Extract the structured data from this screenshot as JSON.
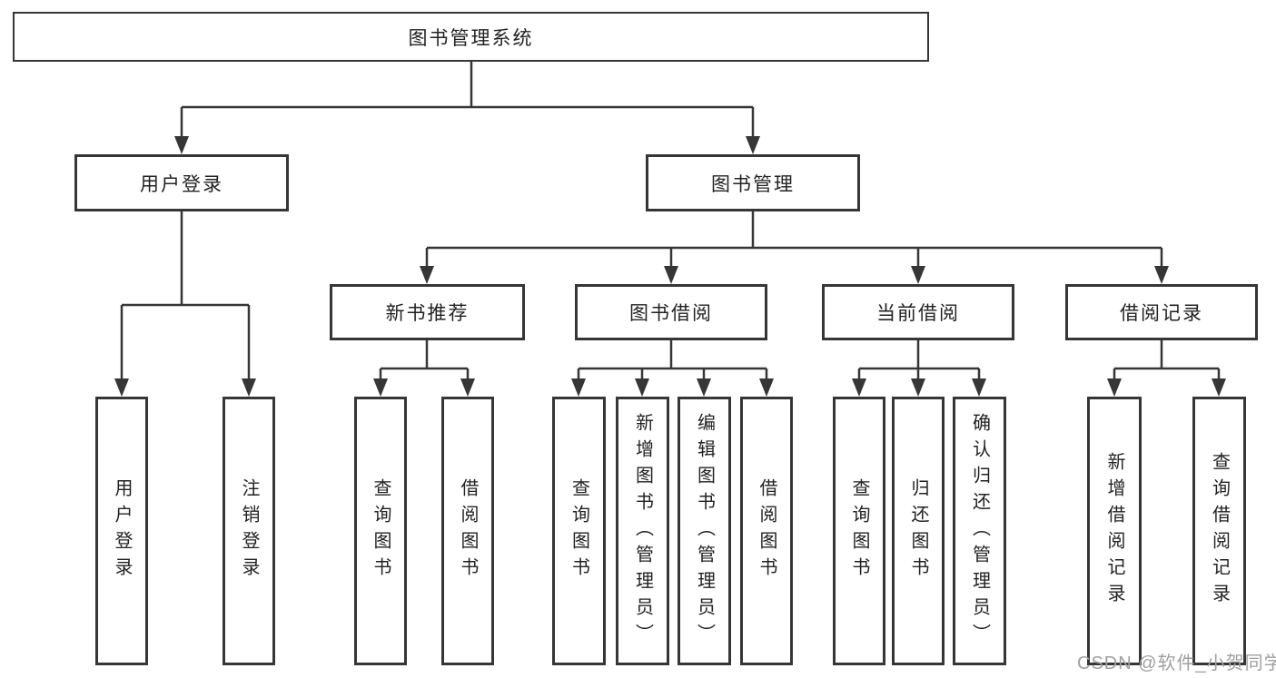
{
  "tree": {
    "label": "图书管理系统",
    "children": [
      {
        "label": "用户登录",
        "children": [
          {
            "label": "用户登录"
          },
          {
            "label": "注销登录"
          }
        ]
      },
      {
        "label": "图书管理",
        "children": [
          {
            "label": "新书推荐",
            "children": [
              {
                "label": "查询图书"
              },
              {
                "label": "借阅图书"
              }
            ]
          },
          {
            "label": "图书借阅",
            "children": [
              {
                "label": "查询图书"
              },
              {
                "label": "新增图书（管理员）"
              },
              {
                "label": "编辑图书（管理员）"
              },
              {
                "label": "借阅图书"
              }
            ]
          },
          {
            "label": "当前借阅",
            "children": [
              {
                "label": "查询图书"
              },
              {
                "label": "归还图书"
              },
              {
                "label": "确认归还（管理员）"
              }
            ]
          },
          {
            "label": "借阅记录",
            "children": [
              {
                "label": "新增借阅记录"
              },
              {
                "label": "查询借阅记录"
              }
            ]
          }
        ]
      }
    ]
  },
  "watermark": "CSDN @软件_小贺同学",
  "colors": {
    "line": "#363636",
    "border": "#363636",
    "text": "#222222",
    "watermark": "#a0a0a0",
    "background": "#ffffff"
  }
}
